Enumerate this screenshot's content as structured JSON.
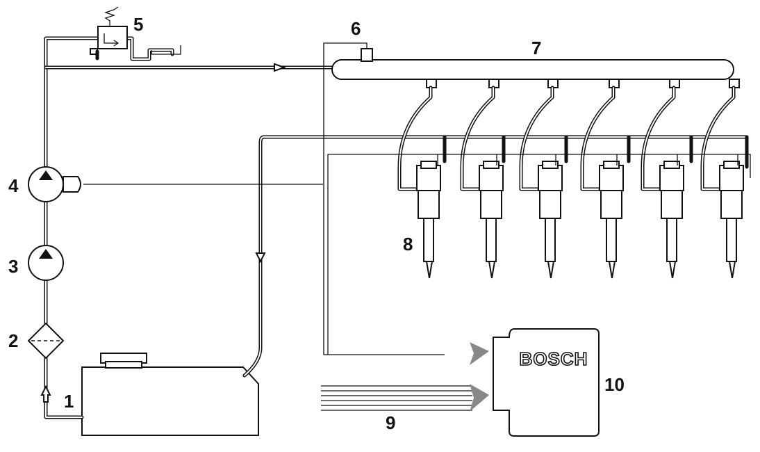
{
  "components": [
    {
      "id": "tank",
      "label": "1"
    },
    {
      "id": "filter",
      "label": "2"
    },
    {
      "id": "presupply-pump",
      "label": "3"
    },
    {
      "id": "high-pressure-pump",
      "label": "4"
    },
    {
      "id": "pressure-control-valve",
      "label": "5"
    },
    {
      "id": "rail-pressure-sensor",
      "label": "6"
    },
    {
      "id": "rail",
      "label": "7"
    },
    {
      "id": "injector",
      "label": "8"
    },
    {
      "id": "sensor-signals",
      "label": "9"
    },
    {
      "id": "ecu",
      "label": "10"
    }
  ],
  "ecu_logo": "BOSCH",
  "injector_count": 6,
  "colors": {
    "line": "#111111",
    "background": "#ffffff"
  }
}
